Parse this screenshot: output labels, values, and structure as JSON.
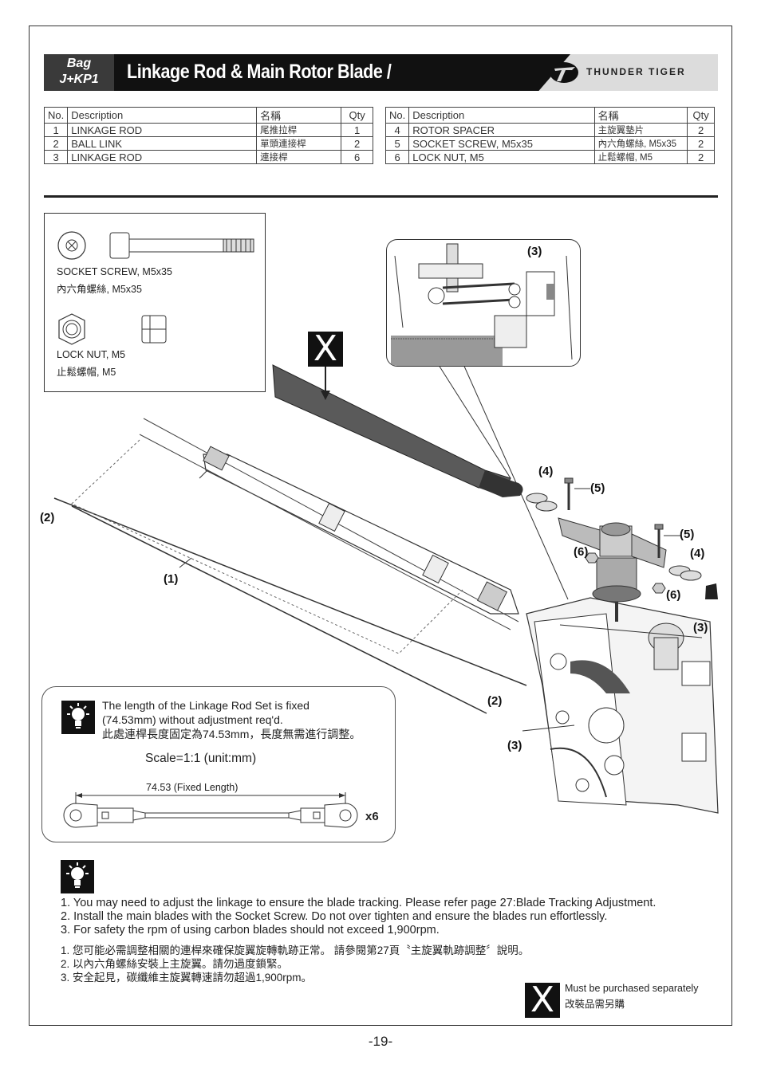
{
  "header": {
    "bag_line1": "Bag",
    "bag_line2": "J+KP1",
    "title": "Linkage Rod & Main Rotor Blade /",
    "brand": "THUNDER TIGER"
  },
  "parts_table": {
    "headers": [
      "No.",
      "Description",
      "名稱",
      "Qty"
    ],
    "left_rows": [
      {
        "no": "1",
        "desc": "LINKAGE ROD",
        "cn": "尾推拉桿",
        "qty": "1"
      },
      {
        "no": "2",
        "desc": "BALL LINK",
        "cn": "單頭連接桿",
        "qty": "2"
      },
      {
        "no": "3",
        "desc": "LINKAGE ROD",
        "cn": "連接桿",
        "qty": "6"
      }
    ],
    "right_rows": [
      {
        "no": "4",
        "desc": "ROTOR SPACER",
        "cn": "主旋翼墊片",
        "qty": "2"
      },
      {
        "no": "5",
        "desc": "SOCKET SCREW, M5x35",
        "cn": "內六角螺絲, M5x35",
        "qty": "2"
      },
      {
        "no": "6",
        "desc": "LOCK NUT, M5",
        "cn": "止鬆螺帽, M5",
        "qty": "2"
      }
    ]
  },
  "hardware": {
    "screw_en": "SOCKET SCREW, M5x35",
    "screw_cn": "內六角螺絲, M5x35",
    "nut_en": "LOCK NUT, M5",
    "nut_cn": "止鬆螺帽, M5"
  },
  "callouts": {
    "c1": "(1)",
    "c2": "(2)",
    "c3": "(3)",
    "c4": "(4)",
    "c5": "(5)",
    "c6": "(6)"
  },
  "note": {
    "line1": "The length of the Linkage Rod Set is fixed",
    "line2": "(74.53mm) without adjustment req'd.",
    "line3": "此處連桿長度固定為74.53mm，長度無需進行調整。",
    "scale": "Scale=1:1 (unit:mm)",
    "dimension": "74.53 (Fixed Length)",
    "qty": "x6"
  },
  "instructions": {
    "en": [
      "1. You may need to adjust the linkage to ensure the blade tracking. Please refer page 27:Blade Tracking Adjustment.",
      "2. Install the main blades with the Socket Screw. Do not over tighten and ensure the blades run effortlessly.",
      "3. For safety the rpm of using carbon blades should not exceed 1,900rpm."
    ],
    "cn": [
      "1. 您可能必需調整相關的連桿來確保旋翼旋轉軌跡正常。 請參閱第27頁〝主旋翼軌跡調整〞說明。",
      "2. 以內六角螺絲安裝上主旋翼。請勿過度鎖緊。",
      "3. 安全起見，碳纖維主旋翼轉速請勿超過1,900rpm。"
    ]
  },
  "footer": {
    "x_mark": "X",
    "purchase_en": "Must be purchased separately",
    "purchase_cn": "改裝品需另購",
    "page": "-19-"
  }
}
